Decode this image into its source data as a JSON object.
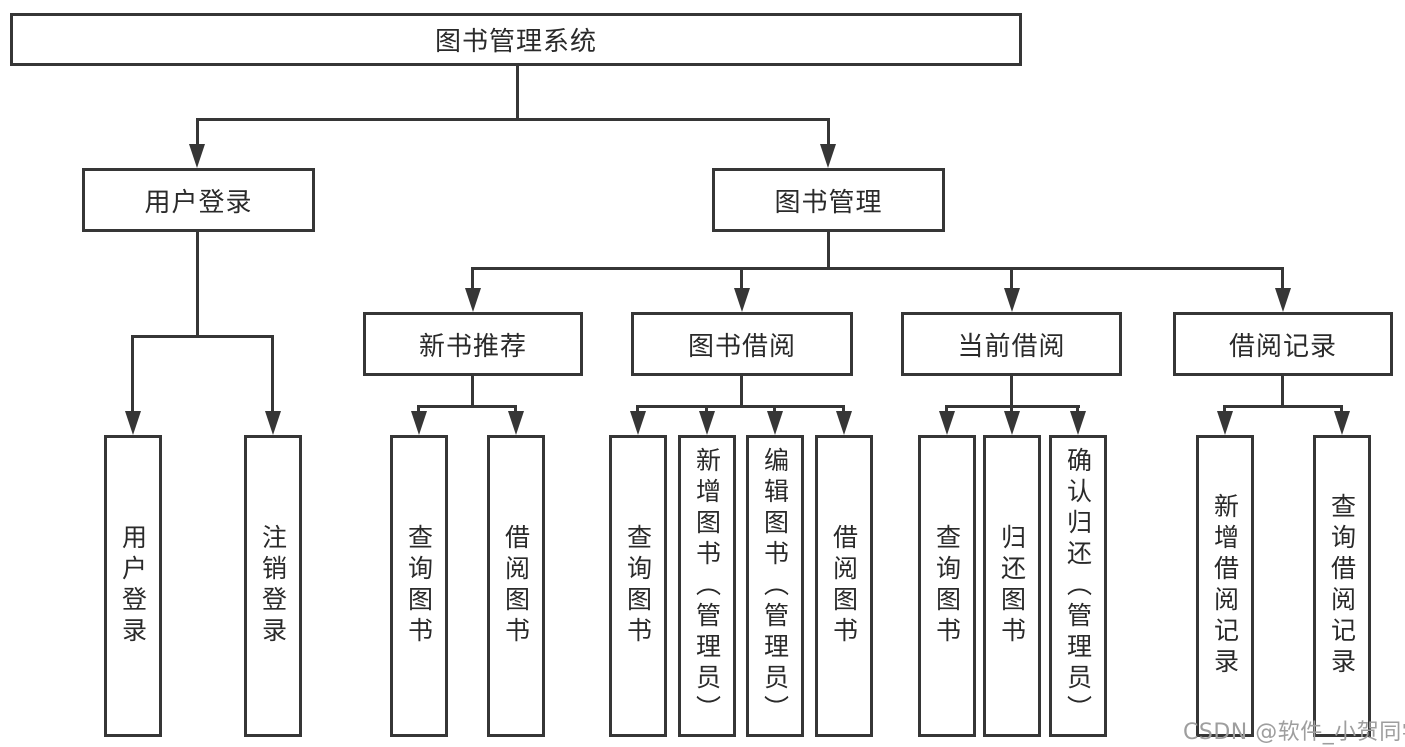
{
  "colors": {
    "background": "#ffffff",
    "line": "#363636",
    "text": "#2a2a2a",
    "watermark": "#9e9e9e"
  },
  "diagram": {
    "type": "hierarchy-tree",
    "root": {
      "label": "图书管理系统",
      "children": [
        {
          "label": "用户登录",
          "children": [
            {
              "label": "用户登录"
            },
            {
              "label": "注销登录"
            }
          ]
        },
        {
          "label": "图书管理",
          "children": [
            {
              "label": "新书推荐",
              "children": [
                {
                  "label": "查询图书"
                },
                {
                  "label": "借阅图书"
                }
              ]
            },
            {
              "label": "图书借阅",
              "children": [
                {
                  "label": "查询图书"
                },
                {
                  "label": "新增图书（管理员）"
                },
                {
                  "label": "编辑图书（管理员）"
                },
                {
                  "label": "借阅图书"
                }
              ]
            },
            {
              "label": "当前借阅",
              "children": [
                {
                  "label": "查询图书"
                },
                {
                  "label": "归还图书"
                },
                {
                  "label": "确认归还（管理员）"
                }
              ]
            },
            {
              "label": "借阅记录",
              "children": [
                {
                  "label": "新增借阅记录"
                },
                {
                  "label": "查询借阅记录"
                }
              ]
            }
          ]
        }
      ]
    }
  },
  "watermark": "CSDN @软件_小贺同学"
}
